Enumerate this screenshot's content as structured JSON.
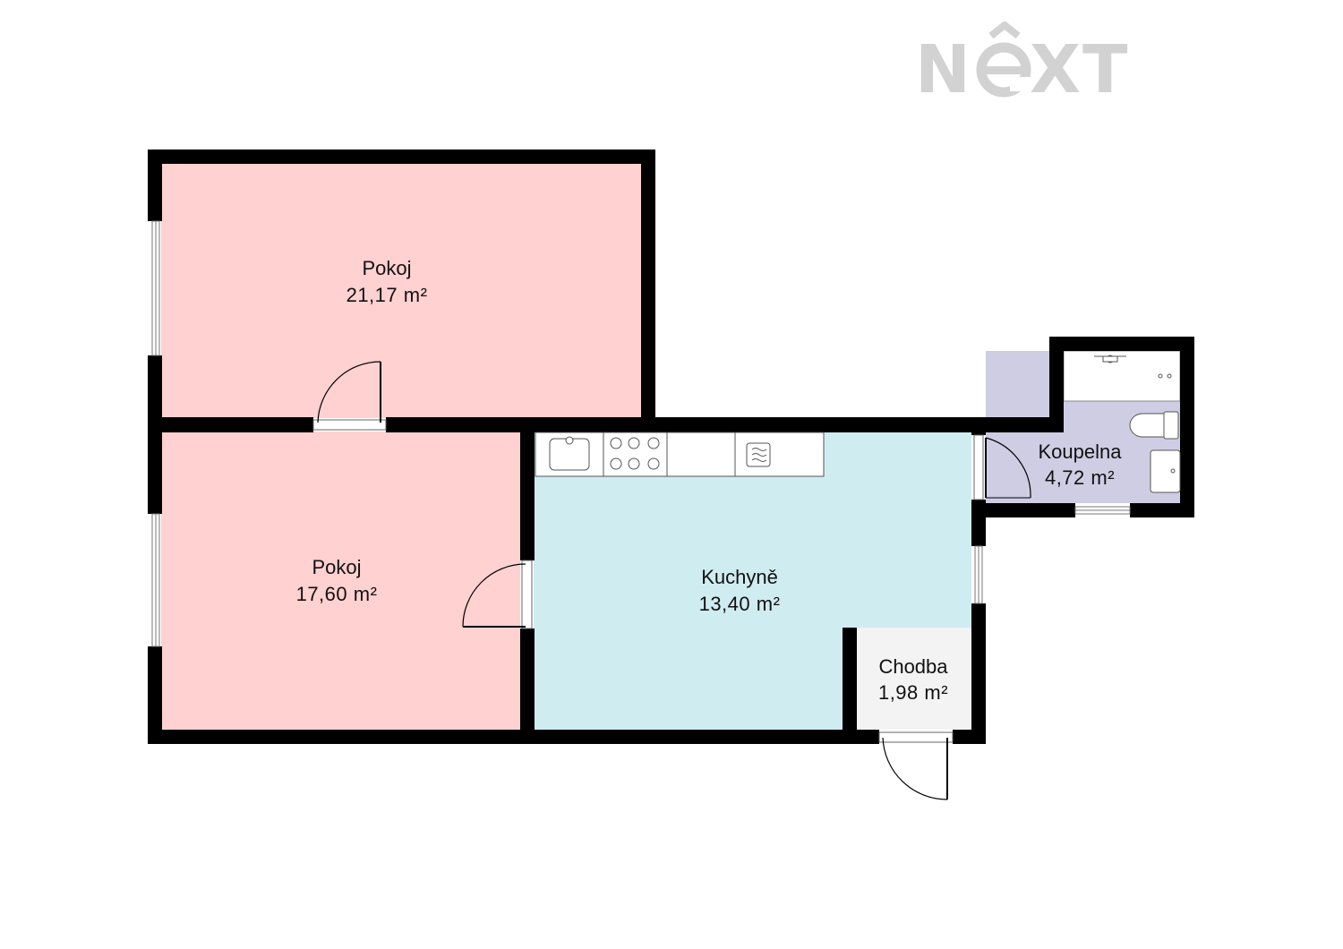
{
  "logo": {
    "brand": "NEXT",
    "part_left": "N",
    "part_right": "XT"
  },
  "colors": {
    "bedroom": "#ffd1d1",
    "kitchen": "#cfecf1",
    "bathroom": "#cfcde3",
    "hall": "#f3f3f3",
    "wall": "#000000",
    "logo": "#d2d2d2"
  },
  "rooms": [
    {
      "id": "pokoj-1",
      "name": "Pokoj",
      "area": "21,17 m²"
    },
    {
      "id": "pokoj-2",
      "name": "Pokoj",
      "area": "17,60 m²"
    },
    {
      "id": "kuchyne",
      "name": "Kuchyně",
      "area": "13,40 m²"
    },
    {
      "id": "koupelna",
      "name": "Koupelna",
      "area": "4,72 m²"
    },
    {
      "id": "chodba",
      "name": "Chodba",
      "area": "1,98 m²"
    }
  ]
}
